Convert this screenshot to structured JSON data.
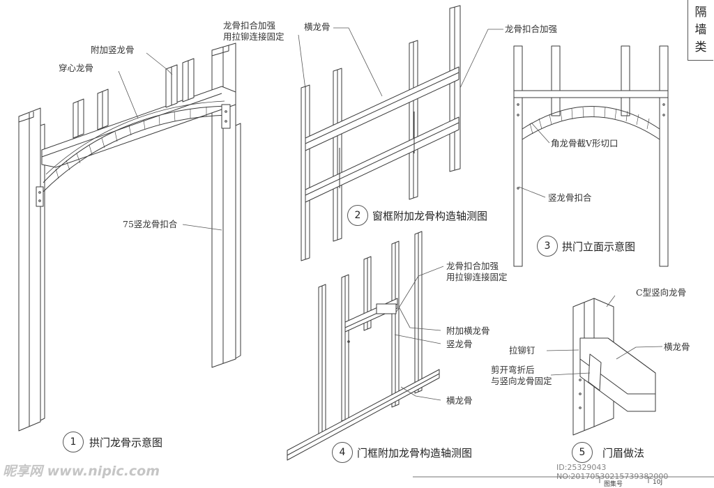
{
  "category": [
    "隔",
    "墙",
    "类"
  ],
  "figures": {
    "f1": {
      "number": "1",
      "caption": "拱门龙骨示意图",
      "labels": {
        "fujia": "附加竖龙骨",
        "chuanxin": "穿心龙骨",
        "vert75": "75竖龙骨扣合"
      }
    },
    "f2": {
      "number": "2",
      "caption": "窗框附加龙骨构造轴测图",
      "labels": {
        "koujia_line1": "龙骨扣合加强",
        "koujia_line2": "用拉铆连接固定",
        "heng": "横龙骨",
        "koujia2": "龙骨扣合加强"
      }
    },
    "f3": {
      "number": "3",
      "caption": "拱门立面示意图",
      "labels": {
        "jiao": "角龙骨截V形切口",
        "shu": "竖龙骨扣合"
      }
    },
    "f4": {
      "number": "4",
      "caption": "门框附加龙骨构造轴测图",
      "labels": {
        "koujia_line1": "龙骨扣合加强",
        "koujia_line2": "用拉铆连接固定",
        "fujiaheng": "附加横龙骨",
        "shu": "竖龙骨",
        "heng": "横龙骨"
      }
    },
    "f5": {
      "number": "5",
      "caption": "门眉做法",
      "labels": {
        "ctype": "C型竖向龙骨",
        "lamao": "拉铆钉",
        "heng": "横龙骨",
        "jian_line1": "剪开弯折后",
        "jian_line2": "与竖向龙骨固定"
      }
    }
  },
  "watermark": {
    "text": "昵享网 www.nipic.com",
    "id": "ID:25329043 NO:20170530215739382000"
  },
  "title_block": {
    "label": "图集号",
    "code": "10J"
  }
}
